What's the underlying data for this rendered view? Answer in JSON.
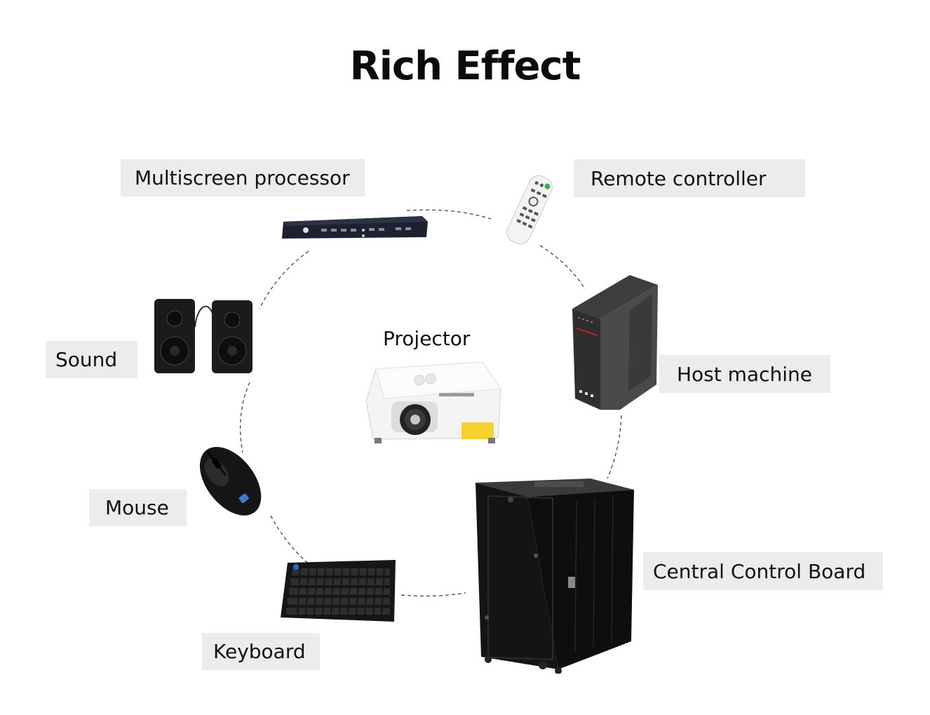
{
  "title": "Rich Effect",
  "labels": {
    "multiscreen": "Multiscreen processor",
    "remote": "Remote controller",
    "sound": "Sound",
    "projector": "Projector",
    "host": "Host machine",
    "mouse": "Mouse",
    "central": "Central Control Board",
    "keyboard": "Keyboard"
  },
  "colors": {
    "label_bg": "#ececec",
    "text": "#111111",
    "dash_ring": "#555555"
  }
}
